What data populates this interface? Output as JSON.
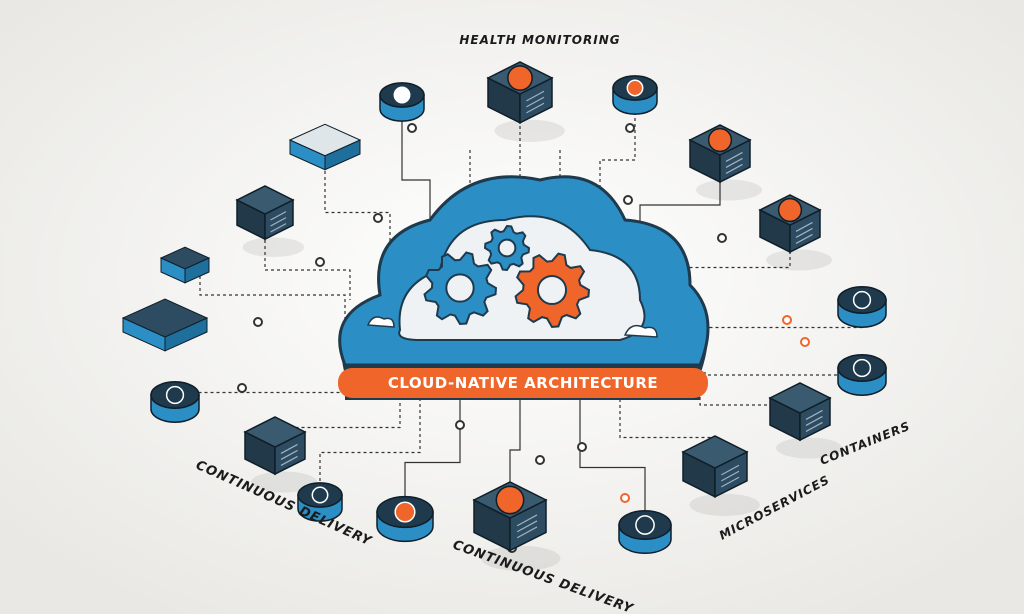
{
  "labels": {
    "health_monitoring": "HEALTH MONITORING",
    "center_title": "CLOUD-NATIVE ARCHITECTURE",
    "continuous_delivery_left": "CONTINUOUS DELIVERY",
    "continuous_delivery_bottom": "CONTINUOUS DELIVERY",
    "microservices": "MICROSERVICES",
    "containers": "CONTAINERS"
  },
  "colors": {
    "navy": "#1f3a4c",
    "blue": "#2b8fc6",
    "orange": "#f0652a",
    "background": "#f3f3f1"
  }
}
